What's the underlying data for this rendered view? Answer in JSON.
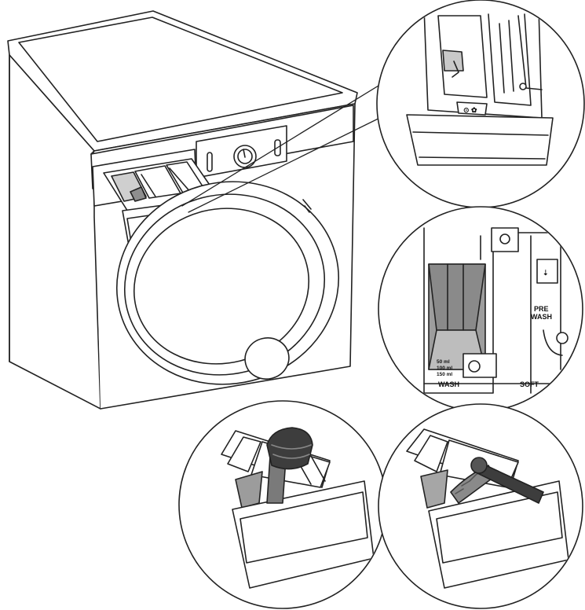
{
  "colors": {
    "line": "#222222",
    "fill": "#ffffff",
    "shade_light": "#d9d9d9",
    "shade_mid": "#9a9a9a",
    "shade_dark": "#555555",
    "brush": "#6f6f6f",
    "brush_dark": "#3a3a3a"
  },
  "icons": [
    "washing-machine",
    "detergent-drawer",
    "brush",
    "soap-dispenser"
  ],
  "detail_top_right": {
    "compartment_icons": "⊙ ✿"
  },
  "detail_middle_right": {
    "fill_marks": [
      "50 ml",
      "100 ml",
      "150 ml"
    ],
    "compartment_labels": {
      "wash": "WASH",
      "softener": "SOFT",
      "prewash_line1": "PRE",
      "prewash_line2": "WASH"
    },
    "arrow_glyph": "⇣"
  }
}
